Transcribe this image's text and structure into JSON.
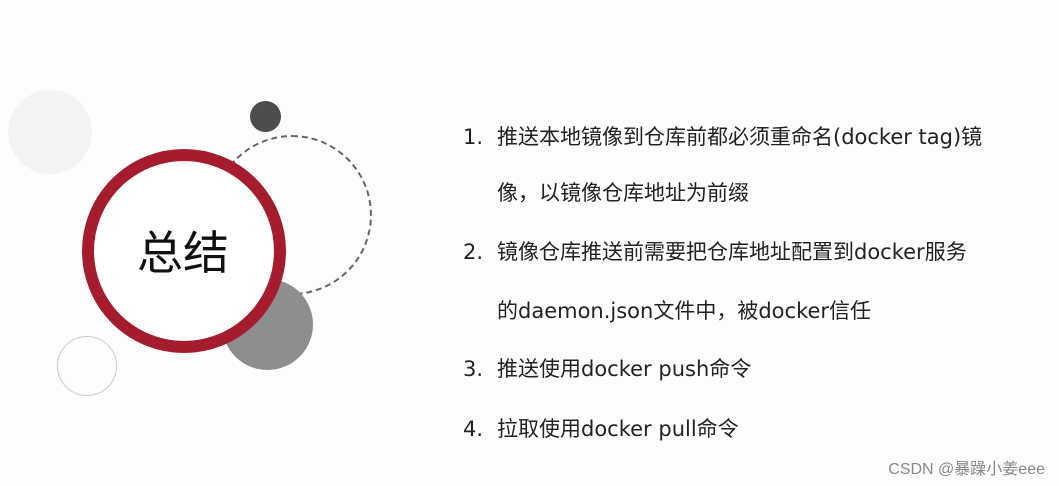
{
  "title": "总结",
  "items": [
    {
      "num": "1.",
      "line1": "推送本地镜像到仓库前都必须重命名(docker tag)镜",
      "line2": "像，以镜像仓库地址为前缀"
    },
    {
      "num": "2.",
      "line1": "镜像仓库推送前需要把仓库地址配置到docker服务",
      "line2": "的daemon.json文件中，被docker信任"
    },
    {
      "num": "3.",
      "line1": "推送使用docker push命令"
    },
    {
      "num": "4.",
      "line1": "拉取使用docker pull命令"
    }
  ],
  "watermark": "CSDN @暴躁小姜eee",
  "colors": {
    "accent": "#a51c2e",
    "dark": "#4d4d4d",
    "gray": "#8e8e8e"
  }
}
